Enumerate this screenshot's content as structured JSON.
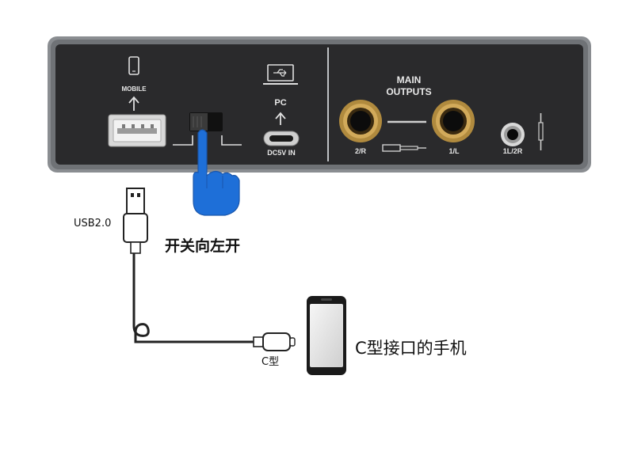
{
  "device": {
    "labels": {
      "mobile": "MOBILE",
      "pc": "PC",
      "dc_in": "DC5V IN",
      "main_outputs_line1": "MAIN",
      "main_outputs_line2": "OUTPUTS",
      "right_jack": "2/R",
      "left_jack": "1/L",
      "headphone_jack": "1L/2R"
    },
    "colors": {
      "chassis": "#8a8d91",
      "panel": "#2a2a2c",
      "jack_ring": "#b08a3e",
      "hand": "#1e6fd8"
    }
  },
  "annotations": {
    "usb_label": "USB2.0",
    "switch_instruction": "开关向左开",
    "typec_label": "C型",
    "phone_label": "C型接口的手机"
  },
  "icons": [
    "mobile-icon",
    "usb-pc-icon",
    "hand-pointer-icon",
    "usb-a-plug-icon",
    "typec-plug-icon",
    "phone-icon",
    "jack-plug-icon"
  ]
}
